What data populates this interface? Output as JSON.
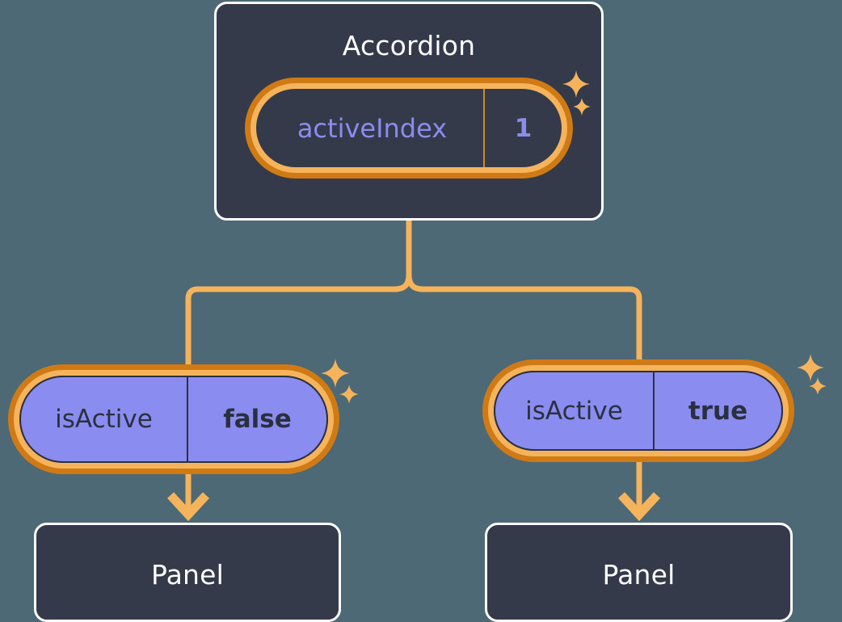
{
  "diagram": {
    "type": "component-state-tree",
    "title_visible": false,
    "background_color": "#4d6975",
    "colors": {
      "background": "#4d6975",
      "card_fill": "#343a49",
      "card_border": "#ffffff",
      "wire": "#f5b35c",
      "pill_ring_inner": "#f5b35c",
      "pill_ring_outer": "#cf7a15",
      "pill_fill": "#8b8cf0",
      "pill_text_dark": "#2b3040",
      "state_text_accent": "#8b8cf0",
      "sparkle": "#f5b35c"
    }
  },
  "root": {
    "component_label": "Accordion",
    "state": {
      "key": "activeIndex",
      "value": "1"
    },
    "sparkles": 2
  },
  "children": [
    {
      "id": "left",
      "state": {
        "key": "isActive",
        "value": "false"
      },
      "component_label": "Panel",
      "sparkles": 2
    },
    {
      "id": "right",
      "state": {
        "key": "isActive",
        "value": "true"
      },
      "component_label": "Panel",
      "sparkles": 2
    }
  ],
  "connectors": [
    {
      "from": "accordion-card",
      "to": "pill-isactive-left",
      "style": "elbow"
    },
    {
      "from": "accordion-card",
      "to": "pill-isactive-right",
      "style": "elbow"
    },
    {
      "from": "pill-isactive-left",
      "to": "panel-card-left",
      "style": "arrow-down"
    },
    {
      "from": "pill-isactive-right",
      "to": "panel-card-right",
      "style": "arrow-down"
    }
  ]
}
